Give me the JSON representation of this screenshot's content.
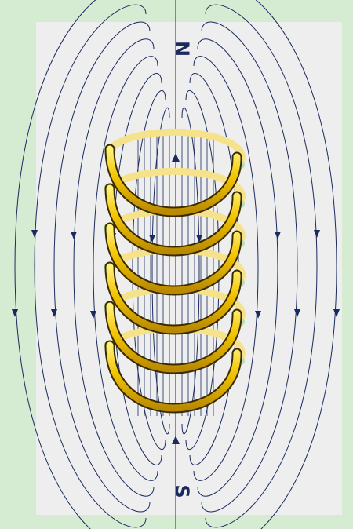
{
  "poles": {
    "top": "N",
    "bottom": "S"
  },
  "colors": {
    "outer_background": "#d6ecd2",
    "inner_panel": "#eeeeee",
    "field_line": "#1b2a5e",
    "coil_front": "#f2c400",
    "coil_edge": "#3a2a00",
    "coil_back": "#f5e28a",
    "wire_end_highlight": "#b8e0b0",
    "pole_label": "#1b2a5e"
  },
  "diagram": {
    "subject": "solenoid-magnetic-field",
    "coil_turns": 6
  }
}
